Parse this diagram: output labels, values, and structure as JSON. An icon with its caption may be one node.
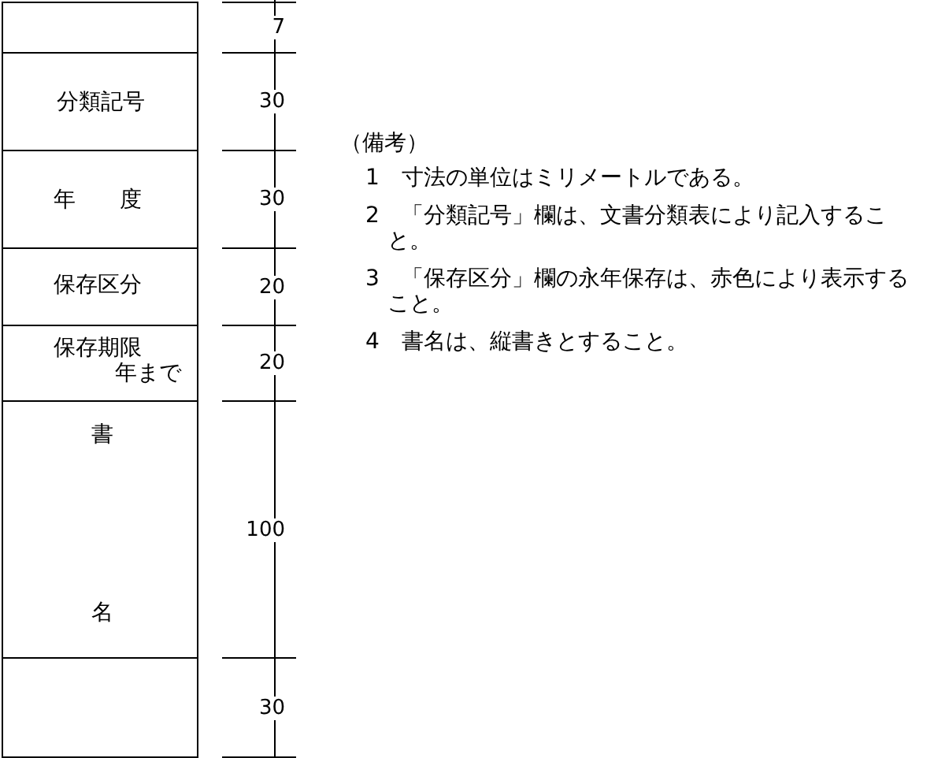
{
  "diagram": {
    "nodes": [
      {
        "text": [],
        "shape": "box"
      },
      {
        "text": [
          "分類記号"
        ]
      },
      {
        "text": [
          "年　　度"
        ]
      },
      {
        "text": [
          "保存区分"
        ]
      },
      {
        "text": [
          "保存期限",
          "年まで"
        ]
      },
      {
        "text": [
          "書",
          "名"
        ]
      },
      {
        "text": [],
        "shape": "box"
      }
    ],
    "labels": [
      "7",
      "30",
      "30",
      "20",
      "20",
      "100",
      "30",
      "（備考）",
      "1　寸法の単位はミリメートルである。",
      "2　「分類記号」欄は、文書分類表により記入すること。",
      "3　「保存区分」欄の永年保存は、赤色により表示すること。",
      "4　書名は、縦書きとすること。"
    ]
  }
}
